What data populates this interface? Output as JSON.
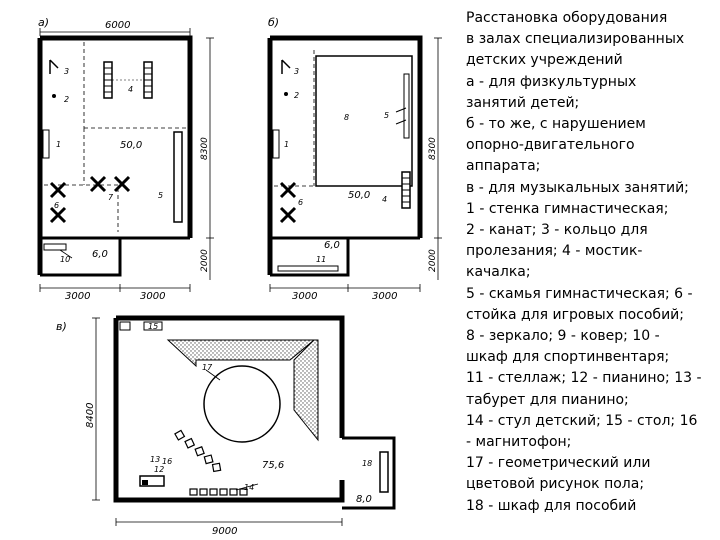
{
  "caption": {
    "lines": [
      "Расстановка оборудования",
      "в залах специализированных",
      "детских учреждений",
      "а - для физкультурных",
      "занятий детей;",
      "б - то же, с нарушением",
      "опорно-двигательного",
      "аппарата;",
      "в - для музыкальных занятий;",
      "1 - стенка гимнастическая;",
      "2 - канат; 3 - кольцо для",
      "пролезания; 4 - мостик-",
      "качалка;",
      "5 - скамья гимнастическая; 6 -",
      "стойка для игровых пособий;",
      "8 - зеркало; 9 - ковер; 10 -",
      "шкаф для спортинвентаря;",
      "11 - стеллаж; 12 - пианино; 13 -",
      "табурет для пианино;",
      "14 - стул детский; 15 - стол; 16",
      "- магнитофон;",
      "17 - геометрический или",
      "цветовой рисунок пола;",
      "18 - шкаф для пособий"
    ]
  },
  "plan_a": {
    "label": "а)",
    "dim_top": "6000",
    "dim_right": "8300",
    "dim_right_low": "2000",
    "dim_bottom_left": "3000",
    "dim_bottom_right": "3000",
    "area_main": "50,0",
    "area_small": "6,0",
    "marks": [
      "1",
      "2",
      "3",
      "4",
      "5",
      "6",
      "7",
      "10"
    ]
  },
  "plan_b": {
    "label": "б)",
    "dim_right": "8300",
    "dim_right_low": "2000",
    "dim_bottom_left": "3000",
    "dim_bottom_right": "3000",
    "area_main": "50,0",
    "area_small": "6,0",
    "marks": [
      "1",
      "2",
      "3",
      "4",
      "5",
      "6",
      "8",
      "11"
    ]
  },
  "plan_c": {
    "label": "в)",
    "dim_left": "8400",
    "dim_bottom": "9000",
    "area_main": "75,6",
    "area_small": "8,0",
    "marks": [
      "12",
      "13",
      "14",
      "15",
      "16",
      "17",
      "18"
    ]
  }
}
